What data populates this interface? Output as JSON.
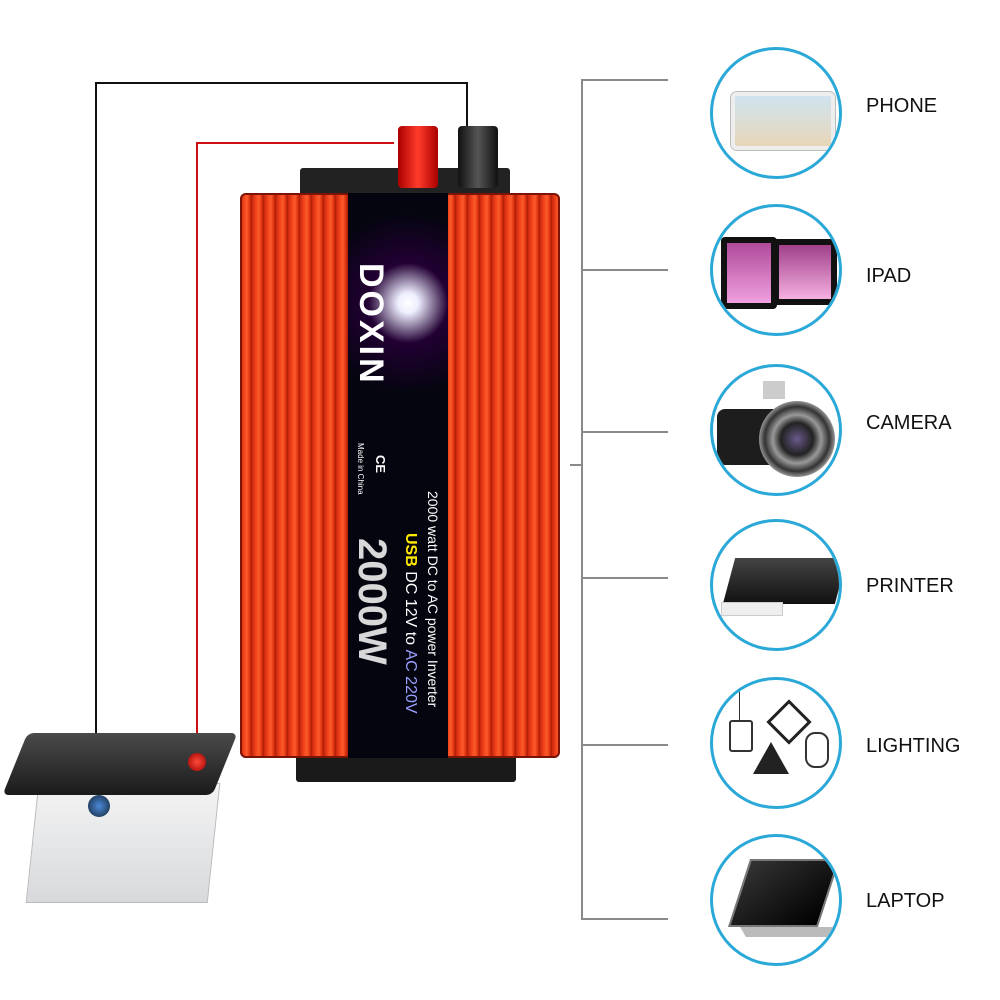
{
  "product": {
    "brand": "DOXIN",
    "origin": "Made in China",
    "certification": "CE",
    "power": "2000W",
    "usb": "USB",
    "spec": "DC 12V to ",
    "spec_ac": "AC 220V",
    "description": "2000 watt DC to AC power Inverter"
  },
  "devices": [
    {
      "label": "PHONE",
      "icon": "phone-icon"
    },
    {
      "label": "IPAD",
      "icon": "tablet-icon"
    },
    {
      "label": "CAMERA",
      "icon": "camera-icon"
    },
    {
      "label": "PRINTER",
      "icon": "printer-icon"
    },
    {
      "label": "LIGHTING",
      "icon": "lamp-icon"
    },
    {
      "label": "LAPTOP",
      "icon": "laptop-icon"
    }
  ],
  "colors": {
    "accent": "#2aa8d8",
    "body": "#f2451c",
    "wire_positive": "#d01010",
    "wire_negative": "#111111"
  }
}
